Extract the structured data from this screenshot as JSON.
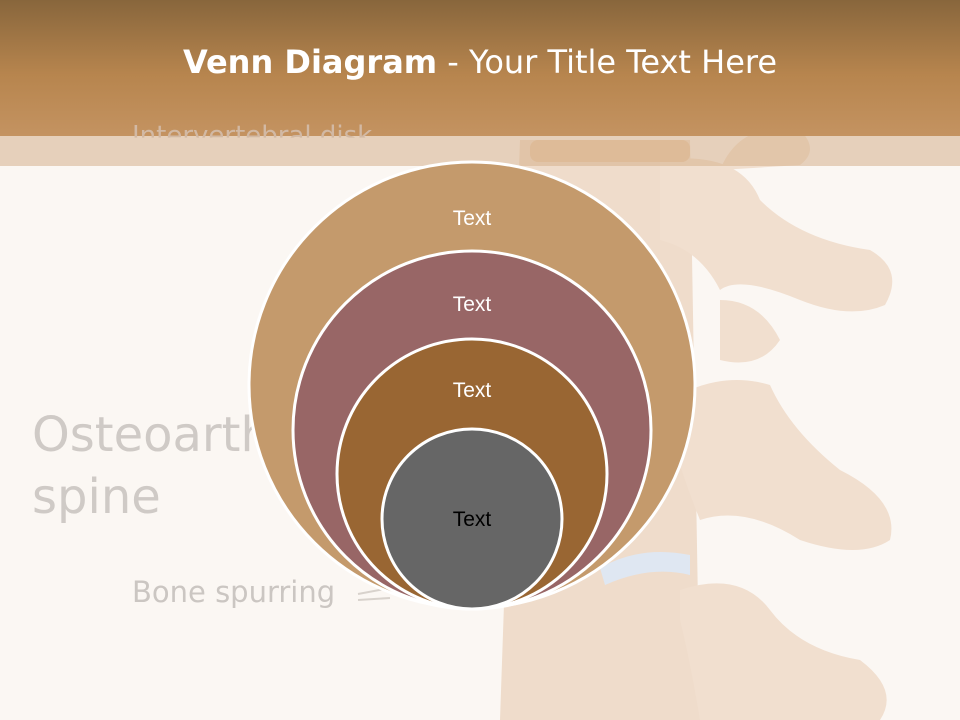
{
  "slide": {
    "title_bold": "Venn Diagram",
    "title_rest": " - Your Title Text Here"
  },
  "background_image": {
    "heading_line1": "Osteoarth",
    "heading_line2": "spine",
    "label_bone": "Bone spurring",
    "label_top": "Intervertebral disk"
  },
  "diagram": {
    "circles": [
      {
        "label": "Text",
        "color": "#c49a6c"
      },
      {
        "label": "Text",
        "color": "#986666"
      },
      {
        "label": "Text",
        "color": "#996633"
      },
      {
        "label": "Text",
        "color": "#666666"
      }
    ]
  },
  "colors": {
    "title_band": "#b7854e",
    "background": "#fbf7f3",
    "circle_border": "#ffffff",
    "inner_text": "#000000",
    "outer_text": "#ffffff"
  }
}
